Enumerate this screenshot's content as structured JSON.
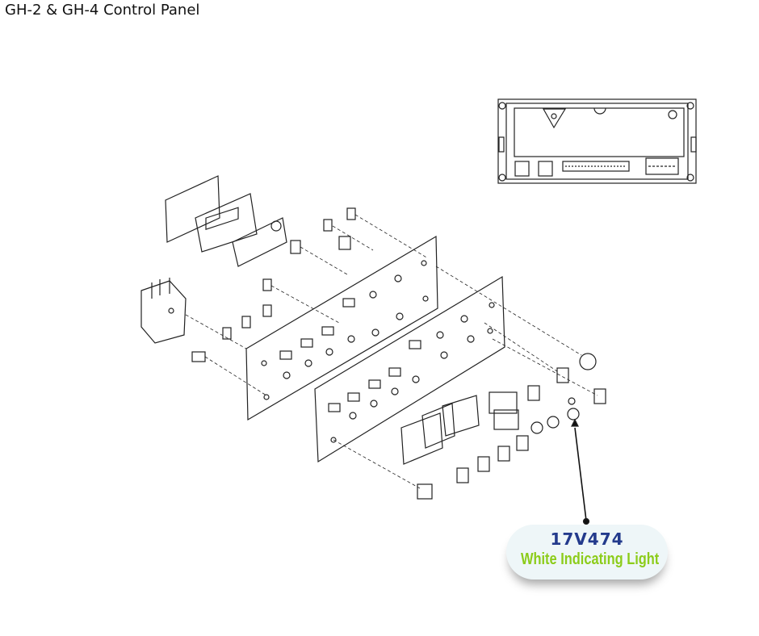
{
  "title": "GH-2 & GH-4 Control Panel",
  "callout": {
    "part_number": "17V474",
    "description": "White Indicating Light",
    "part_color": "#233a8c",
    "description_color": "#8ccc1a"
  }
}
